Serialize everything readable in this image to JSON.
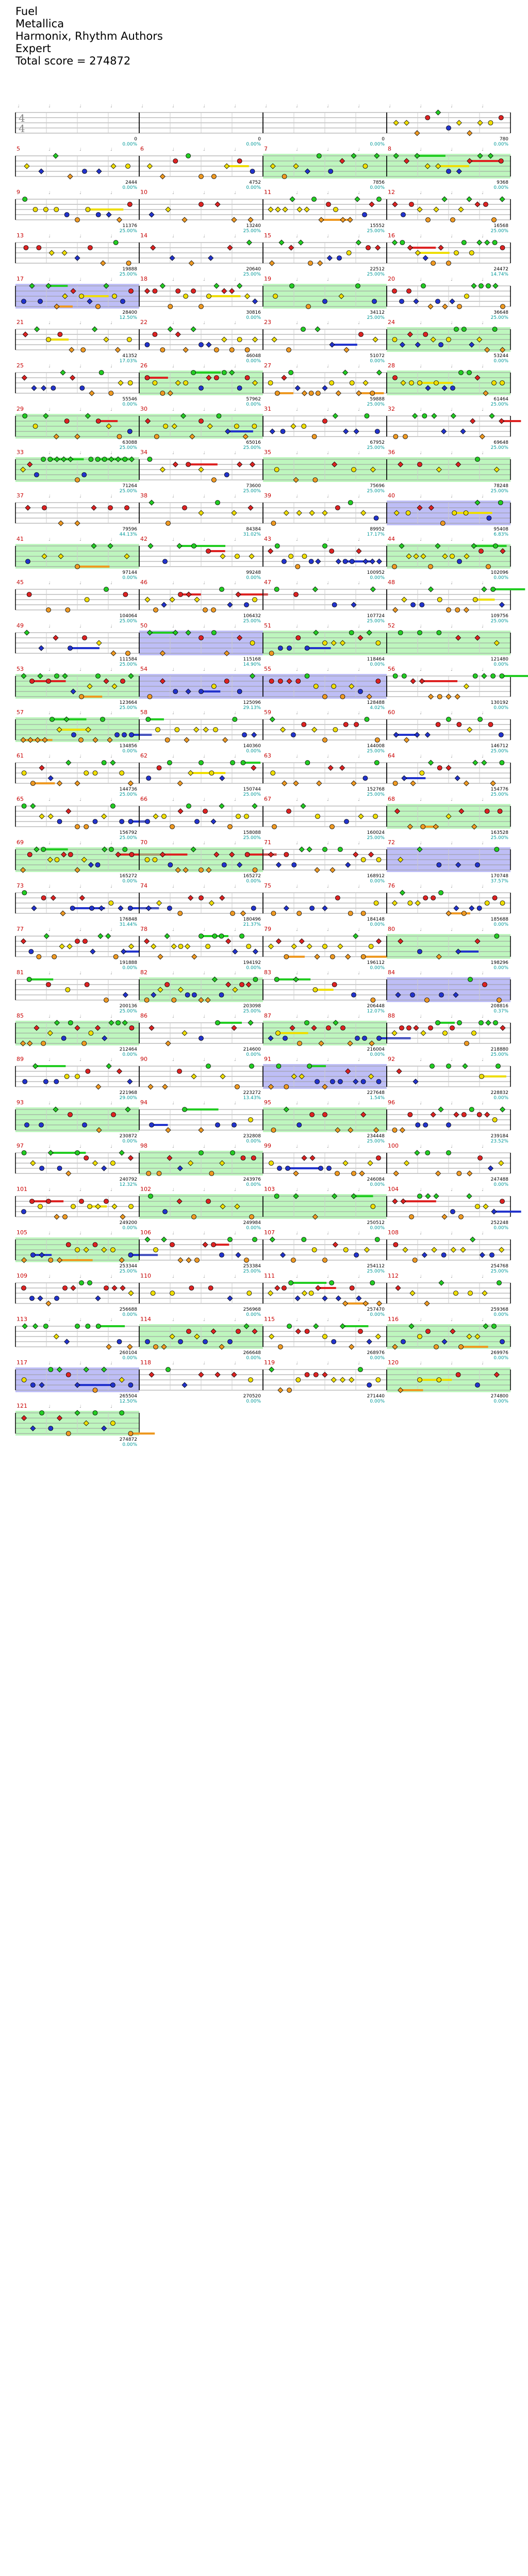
{
  "header": {
    "song_title": "Fuel",
    "artist": "Metallica",
    "charters": "Harmonix, Rhythm Authors",
    "difficulty": "Expert",
    "total_score": "Total score = 274872"
  },
  "time_signature": {
    "numerator": "4",
    "denominator": "4"
  },
  "colors": {
    "green": "#22cc22",
    "red": "#dd2222",
    "yellow": "#eedd00",
    "blue": "#2233cc",
    "orange": "#ee9922",
    "purple": "#8822aa",
    "star_power": "#8888ee",
    "solo": "#88ee88",
    "score": "#000000",
    "percent": "#009999",
    "beat_label": "#999999"
  },
  "measures": [
    {
      "num": "",
      "score": "0",
      "pct": "0.00%"
    },
    {
      "num": "",
      "score": "0",
      "pct": "0.00%"
    },
    {
      "num": "",
      "score": "0",
      "pct": "0.00%"
    },
    {
      "num": "",
      "score": "780",
      "pct": "0.00%"
    },
    {
      "num": "5",
      "score": "2444",
      "pct": "0.00%"
    },
    {
      "num": "6",
      "score": "4752",
      "pct": "0.00%"
    },
    {
      "num": "7",
      "score": "7856",
      "pct": "0.00%"
    },
    {
      "num": "8",
      "score": "9368",
      "pct": "0.00%"
    },
    {
      "num": "9",
      "score": "11376",
      "pct": "25.00%"
    },
    {
      "num": "10",
      "score": "13240",
      "pct": "25.00%"
    },
    {
      "num": "11",
      "score": "15552",
      "pct": "25.00%"
    },
    {
      "num": "12",
      "score": "16568",
      "pct": "25.00%"
    },
    {
      "num": "13",
      "score": "19888",
      "pct": "25.00%"
    },
    {
      "num": "14",
      "score": "20640",
      "pct": "25.00%"
    },
    {
      "num": "15",
      "score": "22512",
      "pct": "25.00%"
    },
    {
      "num": "16",
      "score": "24472",
      "pct": "14.74%"
    },
    {
      "num": "17",
      "score": "28400",
      "pct": "12.50%"
    },
    {
      "num": "18",
      "score": "30816",
      "pct": "0.00%"
    },
    {
      "num": "19",
      "score": "34112",
      "pct": "25.00%"
    },
    {
      "num": "20",
      "score": "36648",
      "pct": "25.00%"
    },
    {
      "num": "21",
      "score": "41352",
      "pct": "17.03%"
    },
    {
      "num": "22",
      "score": "46048",
      "pct": "0.00%"
    },
    {
      "num": "23",
      "score": "51072",
      "pct": "0.00%"
    },
    {
      "num": "24",
      "score": "53244",
      "pct": "0.00%"
    },
    {
      "num": "25",
      "score": "55546",
      "pct": "0.00%"
    },
    {
      "num": "26",
      "score": "57962",
      "pct": "0.00%"
    },
    {
      "num": "27",
      "score": "59888",
      "pct": "25.00%"
    },
    {
      "num": "28",
      "score": "61464",
      "pct": "25.00%"
    },
    {
      "num": "29",
      "score": "63088",
      "pct": "25.00%"
    },
    {
      "num": "30",
      "score": "65016",
      "pct": "25.00%"
    },
    {
      "num": "31",
      "score": "67952",
      "pct": "25.00%"
    },
    {
      "num": "32",
      "score": "69648",
      "pct": "25.00%"
    },
    {
      "num": "33",
      "score": "71264",
      "pct": "25.00%"
    },
    {
      "num": "34",
      "score": "73600",
      "pct": "25.00%"
    },
    {
      "num": "35",
      "score": "75696",
      "pct": "25.00%"
    },
    {
      "num": "36",
      "score": "78248",
      "pct": "25.00%"
    },
    {
      "num": "37",
      "score": "79596",
      "pct": "44.13%"
    },
    {
      "num": "38",
      "score": "84384",
      "pct": "31.02%"
    },
    {
      "num": "39",
      "score": "89952",
      "pct": "17.17%"
    },
    {
      "num": "40",
      "score": "95408",
      "pct": "6.83%"
    },
    {
      "num": "41",
      "score": "97144",
      "pct": "0.00%"
    },
    {
      "num": "42",
      "score": "99248",
      "pct": "0.00%"
    },
    {
      "num": "43",
      "score": "100952",
      "pct": "0.00%"
    },
    {
      "num": "44",
      "score": "102096",
      "pct": "0.00%"
    },
    {
      "num": "45",
      "score": "104064",
      "pct": "25.00%"
    },
    {
      "num": "46",
      "score": "106432",
      "pct": "25.00%"
    },
    {
      "num": "47",
      "score": "107724",
      "pct": "25.00%"
    },
    {
      "num": "48",
      "score": "109756",
      "pct": "25.00%"
    },
    {
      "num": "49",
      "score": "111584",
      "pct": "25.00%"
    },
    {
      "num": "50",
      "score": "115168",
      "pct": "14.90%"
    },
    {
      "num": "51",
      "score": "118464",
      "pct": "0.00%"
    },
    {
      "num": "52",
      "score": "121480",
      "pct": "0.00%"
    },
    {
      "num": "53",
      "score": "123664",
      "pct": "25.00%"
    },
    {
      "num": "54",
      "score": "125096",
      "pct": "29.13%"
    },
    {
      "num": "55",
      "score": "128488",
      "pct": "4.02%"
    },
    {
      "num": "56",
      "score": "130192",
      "pct": "0.00%"
    },
    {
      "num": "57",
      "score": "134856",
      "pct": "0.00%"
    },
    {
      "num": "58",
      "score": "140360",
      "pct": "0.00%"
    },
    {
      "num": "59",
      "score": "144008",
      "pct": "25.00%"
    },
    {
      "num": "60",
      "score": "146712",
      "pct": "25.00%"
    },
    {
      "num": "61",
      "score": "144736",
      "pct": "25.00%"
    },
    {
      "num": "62",
      "score": "150744",
      "pct": "25.00%"
    },
    {
      "num": "63",
      "score": "152768",
      "pct": "25.00%"
    },
    {
      "num": "64",
      "score": "154776",
      "pct": "25.00%"
    },
    {
      "num": "65",
      "score": "156792",
      "pct": "25.00%"
    },
    {
      "num": "66",
      "score": "158088",
      "pct": "25.00%"
    },
    {
      "num": "67",
      "score": "160024",
      "pct": "25.00%"
    },
    {
      "num": "68",
      "score": "163528",
      "pct": "25.00%"
    },
    {
      "num": "69",
      "score": "165272",
      "pct": "0.00%"
    },
    {
      "num": "70",
      "score": "165272",
      "pct": "0.00%"
    },
    {
      "num": "71",
      "score": "168912",
      "pct": "0.00%"
    },
    {
      "num": "72",
      "score": "170748",
      "pct": "37.57%"
    },
    {
      "num": "73",
      "score": "176848",
      "pct": "31.44%"
    },
    {
      "num": "74",
      "score": "180496",
      "pct": "21.37%"
    },
    {
      "num": "75",
      "score": "184148",
      "pct": "0.00%"
    },
    {
      "num": "76",
      "score": "185688",
      "pct": "0.00%"
    },
    {
      "num": "77",
      "score": "191888",
      "pct": "0.00%"
    },
    {
      "num": "78",
      "score": "194192",
      "pct": "0.00%"
    },
    {
      "num": "79",
      "score": "196112",
      "pct": "0.00%"
    },
    {
      "num": "80",
      "score": "198296",
      "pct": "0.00%"
    },
    {
      "num": "81",
      "score": "200136",
      "pct": "25.00%"
    },
    {
      "num": "82",
      "score": "203098",
      "pct": "25.00%"
    },
    {
      "num": "83",
      "score": "206448",
      "pct": "12.07%"
    },
    {
      "num": "84",
      "score": "208816",
      "pct": "0.37%"
    },
    {
      "num": "85",
      "score": "212464",
      "pct": "0.00%"
    },
    {
      "num": "86",
      "score": "214600",
      "pct": "0.00%"
    },
    {
      "num": "87",
      "score": "216004",
      "pct": "0.00%"
    },
    {
      "num": "88",
      "score": "218880",
      "pct": "25.00%"
    },
    {
      "num": "89",
      "score": "221968",
      "pct": "29.00%"
    },
    {
      "num": "90",
      "score": "223272",
      "pct": "13.43%"
    },
    {
      "num": "91",
      "score": "227648",
      "pct": "1.54%"
    },
    {
      "num": "92",
      "score": "228832",
      "pct": "0.00%"
    },
    {
      "num": "93",
      "score": "230872",
      "pct": "0.00%"
    },
    {
      "num": "94",
      "score": "232808",
      "pct": "0.00%"
    },
    {
      "num": "95",
      "score": "234448",
      "pct": "25.00%"
    },
    {
      "num": "96",
      "score": "239184",
      "pct": "23.52%"
    },
    {
      "num": "97",
      "score": "240792",
      "pct": "12.32%"
    },
    {
      "num": "98",
      "score": "243976",
      "pct": "0.00%"
    },
    {
      "num": "99",
      "score": "246084",
      "pct": "0.00%"
    },
    {
      "num": "100",
      "score": "247488",
      "pct": "0.00%"
    },
    {
      "num": "101",
      "score": "249200",
      "pct": "0.00%"
    },
    {
      "num": "102",
      "score": "249984",
      "pct": "0.00%"
    },
    {
      "num": "103",
      "score": "250512",
      "pct": "0.00%"
    },
    {
      "num": "104",
      "score": "252248",
      "pct": "0.00%"
    },
    {
      "num": "105",
      "score": "253344",
      "pct": "25.00%"
    },
    {
      "num": "106",
      "score": "253384",
      "pct": "25.00%"
    },
    {
      "num": "107",
      "score": "254112",
      "pct": "25.00%"
    },
    {
      "num": "108",
      "score": "254768",
      "pct": "25.00%"
    },
    {
      "num": "109",
      "score": "256688",
      "pct": "0.00%"
    },
    {
      "num": "110",
      "score": "256968",
      "pct": "0.00%"
    },
    {
      "num": "111",
      "score": "257470",
      "pct": "0.00%"
    },
    {
      "num": "112",
      "score": "259368",
      "pct": "0.00%"
    },
    {
      "num": "113",
      "score": "260104",
      "pct": "0.00%"
    },
    {
      "num": "114",
      "score": "266648",
      "pct": "0.00%"
    },
    {
      "num": "115",
      "score": "268976",
      "pct": "0.00%"
    },
    {
      "num": "116",
      "score": "269976",
      "pct": "0.00%"
    },
    {
      "num": "117",
      "score": "265504",
      "pct": "12.50%"
    },
    {
      "num": "118",
      "score": "270520",
      "pct": "0.00%"
    },
    {
      "num": "119",
      "score": "271440",
      "pct": "0.00%"
    },
    {
      "num": "120",
      "score": "274800",
      "pct": "0.00%"
    },
    {
      "num": "121",
      "score": "274872",
      "pct": "0.00%"
    }
  ]
}
